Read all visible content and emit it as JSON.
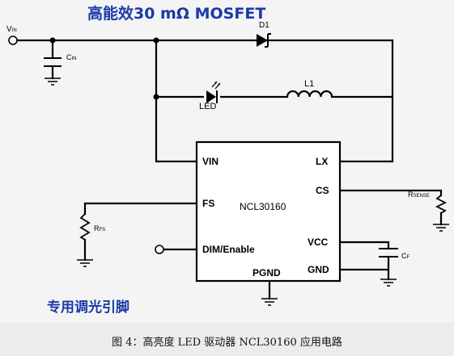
{
  "title": "高能效30 mΩ MOSFET",
  "bottom_note": "专用调光引脚",
  "caption": "图 4：高亮度 LED 驱动器 NCL30160 应用电路",
  "labels": {
    "vin_node": "V",
    "vin_sub": "IN",
    "cin": "C",
    "cin_sub": "IN",
    "d1": "D1",
    "led": "LED",
    "l1": "L1",
    "rfs": "R",
    "rfs_sub": "FS",
    "rsense": "R",
    "rsense_sub": "SENSE",
    "cf": "C",
    "cf_sub": "F"
  },
  "ic": {
    "name": "NCL30160",
    "pins": {
      "vin": "VIN",
      "fs": "FS",
      "dim": "DIM/Enable",
      "pgnd": "PGND",
      "lx": "LX",
      "cs": "CS",
      "vcc": "VCC",
      "gnd": "GND"
    }
  },
  "colors": {
    "title": "#1a3aa8",
    "wire": "#000000",
    "background": "#f4f4f4"
  }
}
